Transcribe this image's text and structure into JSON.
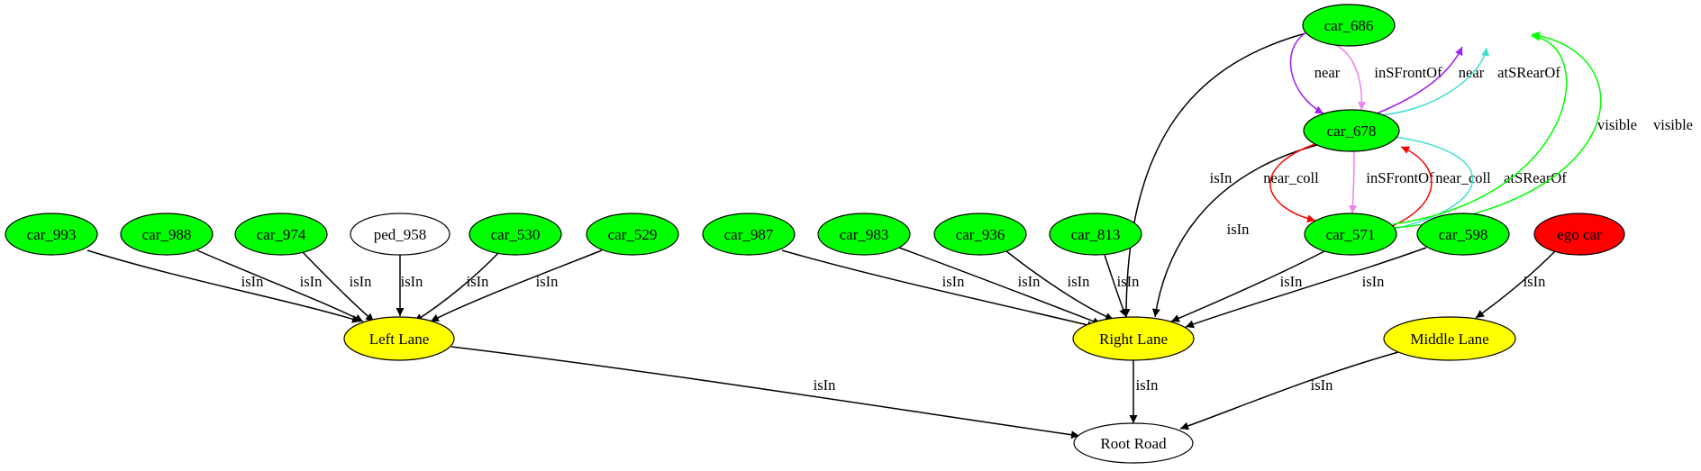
{
  "colors": {
    "car": "#00ff00",
    "lane": "#ffff00",
    "ego": "#ff0000",
    "plain": "#ffffff",
    "isIn": "#000000",
    "near": "#a020f0",
    "inSFrontOf": "#ee82ee",
    "atSRearOf": "#40e0d0",
    "near_coll": "#ff0000",
    "visible": "#00ff00"
  },
  "nodes": [
    {
      "id": "car_686",
      "label": "car_686",
      "kind": "car"
    },
    {
      "id": "car_678",
      "label": "car_678",
      "kind": "car"
    },
    {
      "id": "car_571",
      "label": "car_571",
      "kind": "car"
    },
    {
      "id": "car_598",
      "label": "car_598",
      "kind": "car"
    },
    {
      "id": "ego",
      "label": "ego car",
      "kind": "ego"
    },
    {
      "id": "car_993",
      "label": "car_993",
      "kind": "car"
    },
    {
      "id": "car_988",
      "label": "car_988",
      "kind": "car"
    },
    {
      "id": "car_974",
      "label": "car_974",
      "kind": "car"
    },
    {
      "id": "ped_958",
      "label": "ped_958",
      "kind": "plain"
    },
    {
      "id": "car_530",
      "label": "car_530",
      "kind": "car"
    },
    {
      "id": "car_529",
      "label": "car_529",
      "kind": "car"
    },
    {
      "id": "car_987",
      "label": "car_987",
      "kind": "car"
    },
    {
      "id": "car_983",
      "label": "car_983",
      "kind": "car"
    },
    {
      "id": "car_936",
      "label": "car_936",
      "kind": "car"
    },
    {
      "id": "car_813",
      "label": "car_813",
      "kind": "car"
    },
    {
      "id": "left_lane",
      "label": "Left Lane",
      "kind": "lane"
    },
    {
      "id": "right_lane",
      "label": "Right Lane",
      "kind": "lane"
    },
    {
      "id": "middle_lane",
      "label": "Middle Lane",
      "kind": "lane"
    },
    {
      "id": "root_road",
      "label": "Root Road",
      "kind": "plain"
    }
  ],
  "edges": [
    {
      "id": "e1",
      "from": "car_993",
      "to": "left_lane",
      "label": "isIn",
      "rel": "isIn"
    },
    {
      "id": "e2",
      "from": "car_988",
      "to": "left_lane",
      "label": "isIn",
      "rel": "isIn"
    },
    {
      "id": "e3",
      "from": "car_974",
      "to": "left_lane",
      "label": "isIn",
      "rel": "isIn"
    },
    {
      "id": "e4",
      "from": "ped_958",
      "to": "left_lane",
      "label": "isIn",
      "rel": "isIn"
    },
    {
      "id": "e5",
      "from": "car_530",
      "to": "left_lane",
      "label": "isIn",
      "rel": "isIn"
    },
    {
      "id": "e6",
      "from": "car_529",
      "to": "left_lane",
      "label": "isIn",
      "rel": "isIn"
    },
    {
      "id": "e7",
      "from": "car_987",
      "to": "right_lane",
      "label": "isIn",
      "rel": "isIn"
    },
    {
      "id": "e8",
      "from": "car_983",
      "to": "right_lane",
      "label": "isIn",
      "rel": "isIn"
    },
    {
      "id": "e9",
      "from": "car_936",
      "to": "right_lane",
      "label": "isIn",
      "rel": "isIn"
    },
    {
      "id": "e10",
      "from": "car_813",
      "to": "right_lane",
      "label": "isIn",
      "rel": "isIn"
    },
    {
      "id": "e11",
      "from": "car_571",
      "to": "right_lane",
      "label": "isIn",
      "rel": "isIn"
    },
    {
      "id": "e12",
      "from": "car_598",
      "to": "right_lane",
      "label": "isIn",
      "rel": "isIn"
    },
    {
      "id": "e13",
      "from": "car_686",
      "to": "right_lane",
      "label": "isIn",
      "rel": "isIn"
    },
    {
      "id": "e14",
      "from": "car_678",
      "to": "right_lane",
      "label": "isIn",
      "rel": "isIn"
    },
    {
      "id": "e15",
      "from": "ego",
      "to": "middle_lane",
      "label": "isIn",
      "rel": "isIn"
    },
    {
      "id": "e16",
      "from": "left_lane",
      "to": "root_road",
      "label": "isIn",
      "rel": "isIn"
    },
    {
      "id": "e17",
      "from": "right_lane",
      "to": "root_road",
      "label": "isIn",
      "rel": "isIn"
    },
    {
      "id": "e18",
      "from": "middle_lane",
      "to": "root_road",
      "label": "isIn",
      "rel": "isIn"
    },
    {
      "id": "e19",
      "from": "car_686",
      "to": "car_678",
      "label": "near",
      "rel": "near"
    },
    {
      "id": "e20",
      "from": "car_686",
      "to": "car_678",
      "label": "inSFrontOf",
      "rel": "inSFrontOf"
    },
    {
      "id": "e21",
      "from": "car_678",
      "to": "car_686",
      "label": "near",
      "rel": "near"
    },
    {
      "id": "e22",
      "from": "car_678",
      "to": "car_686",
      "label": "atSRearOf",
      "rel": "atSRearOf"
    },
    {
      "id": "e23",
      "from": "car_678",
      "to": "car_571",
      "label": "near_coll",
      "rel": "near_coll"
    },
    {
      "id": "e24",
      "from": "car_678",
      "to": "car_571",
      "label": "inSFrontOf",
      "rel": "inSFrontOf"
    },
    {
      "id": "e25",
      "from": "car_571",
      "to": "car_678",
      "label": "near_coll",
      "rel": "near_coll"
    },
    {
      "id": "e26",
      "from": "car_571",
      "to": "car_678",
      "label": "atSRearOf",
      "rel": "atSRearOf"
    },
    {
      "id": "e27",
      "from": "car_571",
      "to": "car_686",
      "label": "visible",
      "rel": "visible"
    },
    {
      "id": "e28",
      "from": "car_571",
      "to": "car_686",
      "label": "visible",
      "rel": "visible"
    }
  ]
}
